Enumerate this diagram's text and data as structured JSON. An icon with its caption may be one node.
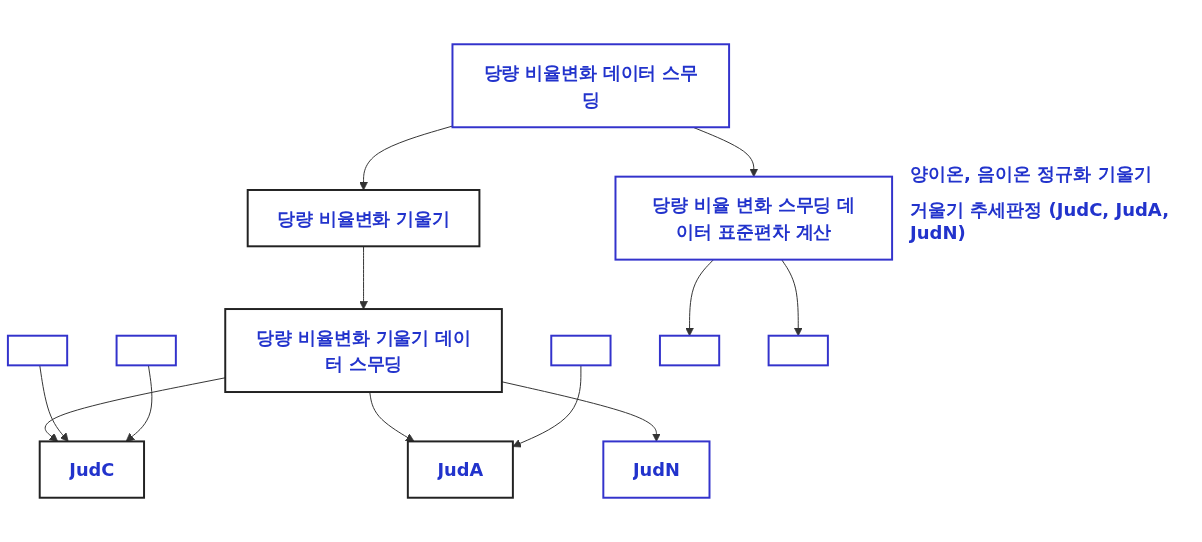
{
  "diagram": {
    "nodes": [
      {
        "text": [
          "당량 비율변화 데이터 스무딩"
        ]
      },
      {
        "text": [
          "당량 비율변화 기울기"
        ]
      },
      {
        "text": [
          "당량 비율변화 기울기 데이터 스무딩"
        ]
      },
      {
        "text": [],
        "shape": "box"
      },
      {
        "text": [],
        "shape": "box"
      },
      {
        "text": [],
        "shape": "box"
      },
      {
        "text": [
          "JudC"
        ]
      },
      {
        "text": [
          "JudA"
        ]
      },
      {
        "text": [
          "JudN"
        ]
      },
      {
        "text": [
          "당량 비율 변화 스무딩 데이터 표준편차 계산"
        ]
      },
      {
        "text": [],
        "shape": "box"
      },
      {
        "text": [],
        "shape": "box"
      }
    ],
    "edges": [
      {
        "from": 0,
        "to": 1,
        "arrow": "to"
      },
      {
        "from": 1,
        "to": 2,
        "arrow": "to"
      },
      {
        "from": 2,
        "to": 6,
        "arrow": "to"
      },
      {
        "from": 2,
        "to": 7,
        "arrow": "to"
      },
      {
        "from": 2,
        "to": 8,
        "arrow": "to"
      },
      {
        "from": 3,
        "to": 6,
        "arrow": "to"
      },
      {
        "from": 4,
        "to": 6,
        "arrow": "to"
      },
      {
        "from": 5,
        "to": 7,
        "arrow": "to"
      },
      {
        "from": 0,
        "to": 9,
        "arrow": "to"
      },
      {
        "from": 9,
        "to": 10,
        "arrow": "to"
      },
      {
        "from": 9,
        "to": 11,
        "arrow": "to"
      }
    ],
    "labels": [
      "양이온, 음이온 정규화 기울기",
      "거울기 추세판정 (JudC, JudA, JudN)"
    ]
  }
}
